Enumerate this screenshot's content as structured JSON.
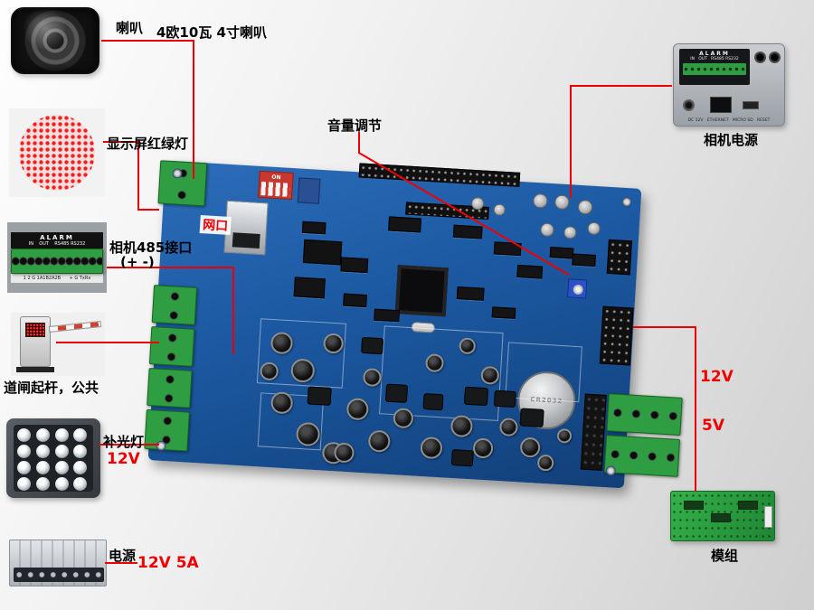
{
  "annotations": {
    "speaker_label": "喇叭",
    "speaker_spec": "4欧10瓦 4寸喇叭",
    "display_label": "显示屏红绿灯",
    "rs485_line1": "相机485接口",
    "rs485_line2": "(+ -)",
    "barrier_label": "道闸起杆，公共",
    "fill_light_label": "补光灯",
    "fill_light_voltage": "12V",
    "power_label": "电源",
    "power_spec": "12V 5A",
    "volume_label": "音量调节",
    "camera_power_label": "相机电源",
    "module_label": "模组",
    "rail_12v": "12V",
    "rail_5v": "5V",
    "net_port_label": "网口"
  },
  "alarm_panel": {
    "title": "ALARM",
    "row": "IN    OUT    RS485 RS232",
    "pins": "1 2 G 1A1B2A2B      + G TxRx"
  },
  "camera_panel": {
    "title": "ALARM",
    "row": "IN   OUT   RS485 RS232",
    "ports": "DC 12V   ETHERNET   MICRO SD   RESET"
  },
  "board": {
    "battery_text": "CR2032",
    "dip_text": "ON"
  },
  "colors": {
    "annotation_red": "#ee0000",
    "board_blue": "#1d5aa4"
  }
}
